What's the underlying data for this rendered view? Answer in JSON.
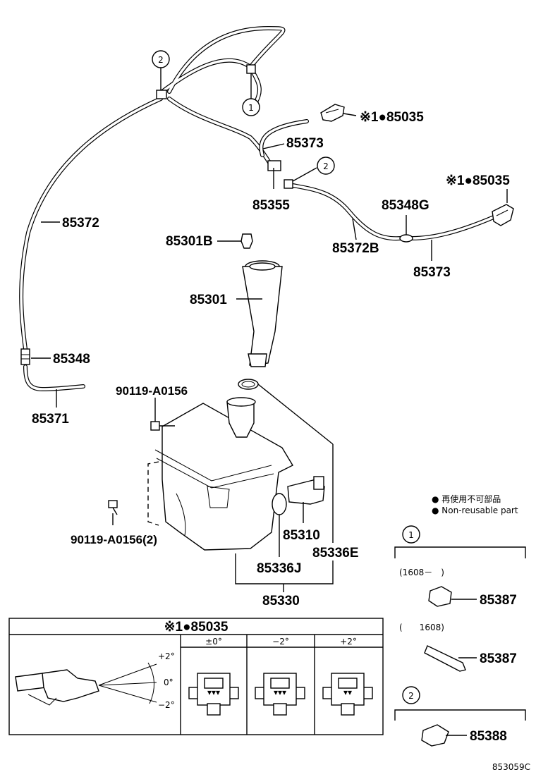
{
  "callouts": {
    "c_85035_top": "※1●85035",
    "c_85373_top": "85373",
    "c_85355": "85355",
    "c_85035_right": "※1●85035",
    "c_85348G": "85348G",
    "c_85372B": "85372B",
    "c_85373_right": "85373",
    "c_85372": "85372",
    "c_85301B": "85301B",
    "c_85301": "85301",
    "c_85348": "85348",
    "c_85371": "85371",
    "c_90119_a": "90119-A0156",
    "c_90119_b": "90119-A0156(2)",
    "c_85310": "85310",
    "c_85336E": "85336E",
    "c_85336J": "85336J",
    "c_85330": "85330"
  },
  "circle_marks": {
    "one": "1",
    "two": "2"
  },
  "legend": {
    "jp": "● 再使用不可部品",
    "en": "● Non-reusable part"
  },
  "panel_1": {
    "marker": "1",
    "range_a": "(1608－　)",
    "part_a": "85387",
    "range_b": "(　　1608)",
    "part_b": "85387"
  },
  "panel_2": {
    "marker": "2",
    "part": "85388"
  },
  "nozzle_table": {
    "title": "※1●85035",
    "columns": [
      "±0°",
      "−2°",
      "+2°"
    ],
    "angle_labels": [
      "+2°",
      "0°",
      "−2°"
    ]
  },
  "diagram_id": "853059C"
}
